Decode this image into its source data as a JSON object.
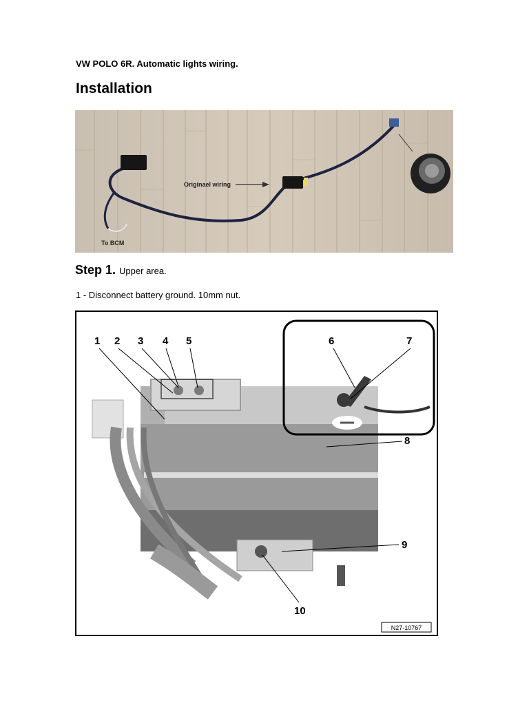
{
  "document": {
    "title": "VW POLO 6R. Automatic lights wiring.",
    "section_heading": "Installation"
  },
  "photo": {
    "label_original_wiring": "Originael wiring",
    "label_to_bcm": "To BCM"
  },
  "step1": {
    "heading": "Step 1.",
    "subheading": "Upper area.",
    "instruction": "1 - Disconnect battery ground.  10mm nut."
  },
  "diagram": {
    "callouts": [
      "1",
      "2",
      "3",
      "4",
      "5",
      "6",
      "7",
      "8",
      "9",
      "10"
    ],
    "reference_code": "N27-10767"
  }
}
